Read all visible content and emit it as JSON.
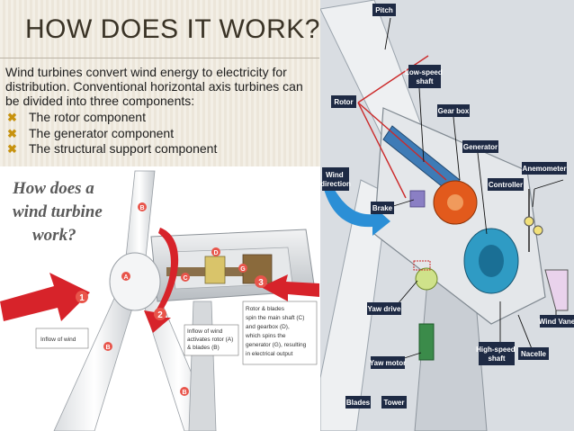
{
  "slide": {
    "title": "HOW DOES IT WORK???",
    "intro": "Wind turbines convert wind energy to electricity for distribution. Conventional horizontal axis turbines can be divided into three components:",
    "bullets": [
      {
        "marker": "✖",
        "text": "The rotor component"
      },
      {
        "marker": "✖",
        "text": "The generator component"
      },
      {
        "marker": "✖",
        "text": "The structural support component"
      }
    ]
  },
  "left_figure": {
    "heading": [
      "How does a",
      "wind turbine",
      "work?"
    ],
    "step_numbers": [
      "1",
      "2",
      "3"
    ],
    "part_letters": [
      "A",
      "B",
      "B",
      "B",
      "C",
      "D",
      "G"
    ],
    "captions": {
      "inflow": "Inflow of wind",
      "activates": [
        "Inflow of wind",
        "activates rotor (A)",
        "& blades (B)"
      ],
      "rotor_blades": [
        "Rotor & blades",
        "spin the main shaft (C)",
        "and gearbox (D),",
        "which spins the",
        "generator (G), resulting",
        "in electrical output"
      ]
    },
    "colors": {
      "arrow": "#d7232a",
      "badge": "#e8554b",
      "heading": "#5a5a5a"
    }
  },
  "right_figure": {
    "labels": {
      "pitch": "Pitch",
      "rotor": "Rotor",
      "low_speed_shaft": [
        "Low-speed",
        "shaft"
      ],
      "gear_box": "Gear box",
      "generator": "Generator",
      "anemometer": "Anemometer",
      "controller": "Controller",
      "wind_direction": [
        "Wind",
        "direction"
      ],
      "brake": "Brake",
      "yaw_drive": "Yaw drive",
      "yaw_motor": "Yaw motor",
      "high_speed_shaft": [
        "High-speed",
        "shaft"
      ],
      "nacelle": "Nacelle",
      "wind_vane": "Wind Vane",
      "blades": "Blades",
      "tower": "Tower"
    },
    "colors": {
      "label_bg": "#1e2a44",
      "arrow": "#2b8fd6",
      "gear": "#e25a1c",
      "pointer": "#cc2a2a"
    }
  }
}
